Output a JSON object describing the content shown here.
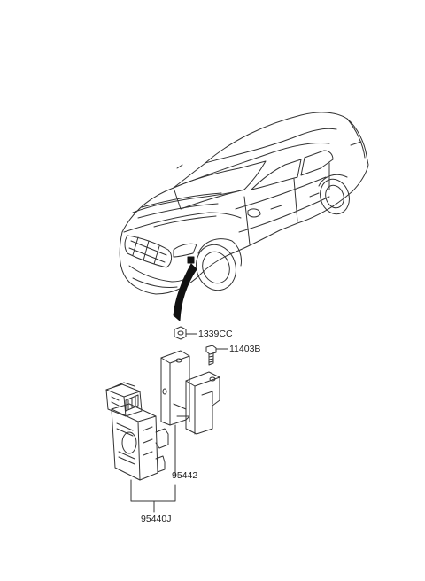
{
  "parts": {
    "nut": "1339CC",
    "bolt": "11403B",
    "bracket": "95442",
    "assembly": "95440J"
  },
  "colors": {
    "line": "#333333",
    "label": "#222222",
    "arrow": "#111111"
  }
}
